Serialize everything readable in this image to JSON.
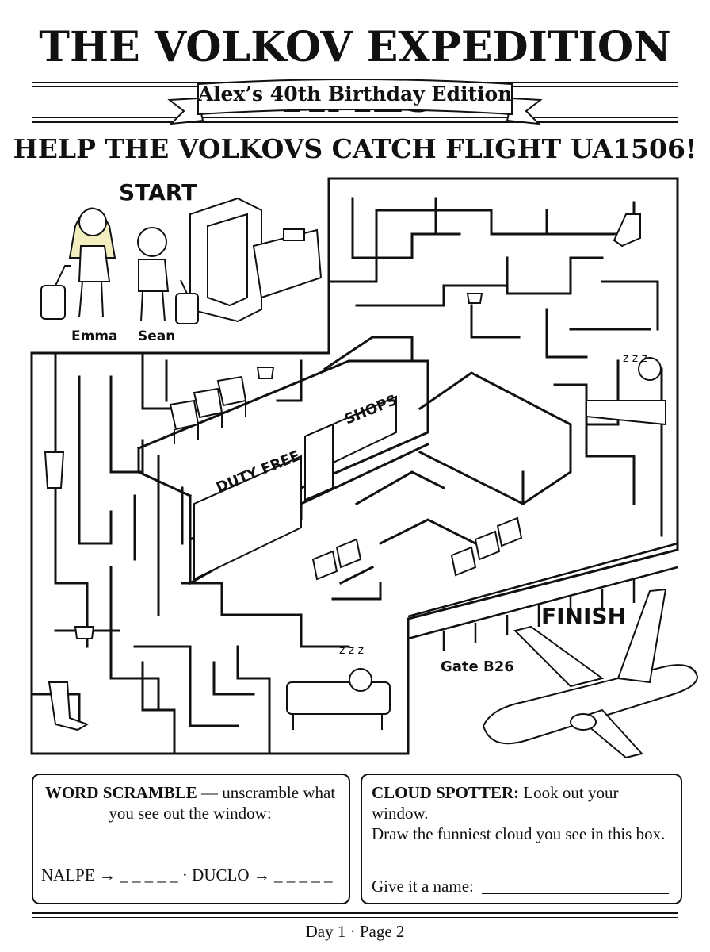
{
  "masthead": {
    "title": "THE VOLKOV EXPEDITION TIMES",
    "edition": "Alex’s 40th Birthday Edition"
  },
  "headline": "HELP THE VOLKOVS CATCH FLIGHT UA1506!",
  "maze": {
    "start_label": "START",
    "finish_label": "FINISH",
    "characters": [
      "Emma",
      "Sean"
    ],
    "shop_signs": {
      "duty_free": "DUTY FREE",
      "shops": "SHOPS"
    },
    "gate_label": "Gate B26",
    "sleep_marks": "z z z"
  },
  "word_scramble": {
    "title": "WORD SCRAMBLE",
    "instruction_part1": " — unscramble what",
    "instruction_part2": "you see out the window:",
    "puzzle": "NALPE → _ _ _ _ _ · DUCLO → _ _ _ _ _"
  },
  "cloud_spotter": {
    "title": "CLOUD SPOTTER:",
    "instruction_part1": " Look out your window.",
    "instruction_part2": "Draw the funniest cloud you see in this box.",
    "name_prompt": "Give it a name:"
  },
  "footer": "Day 1 · Page 2"
}
